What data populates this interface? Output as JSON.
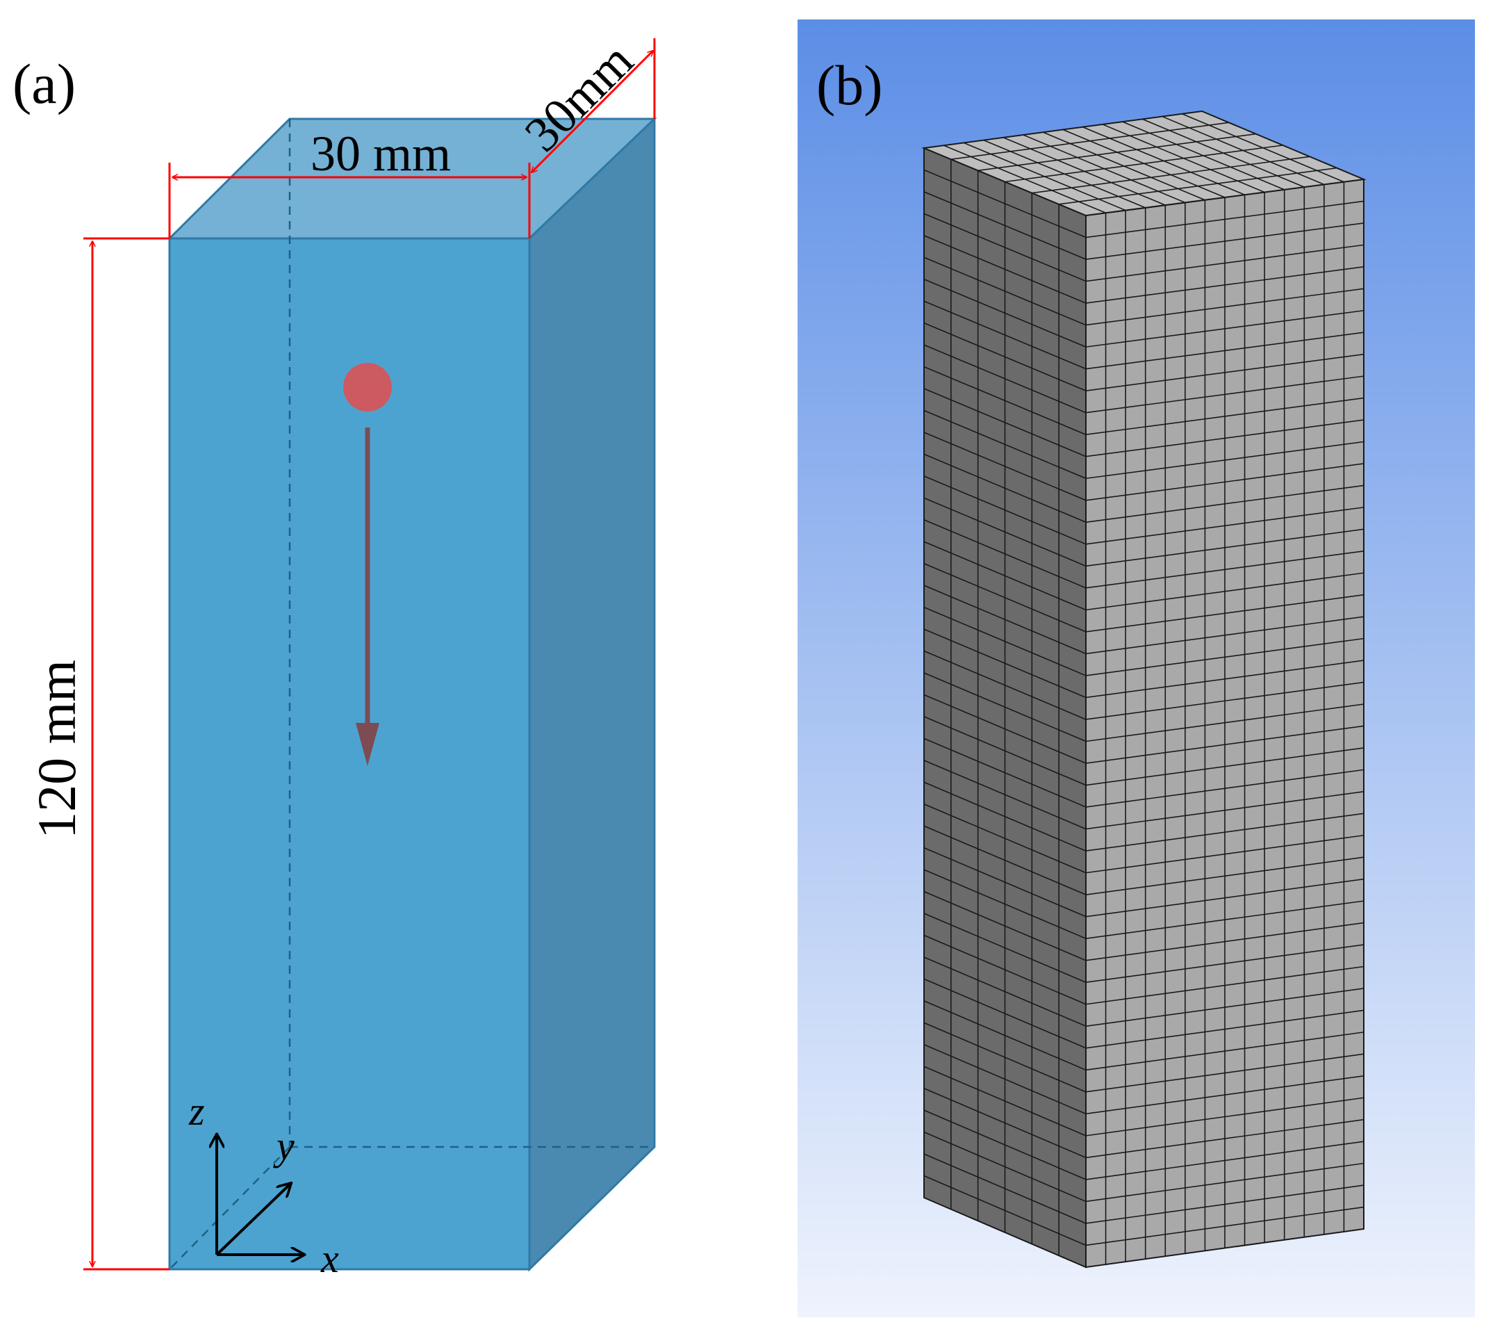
{
  "panel_a": {
    "label": "(a)",
    "dim_width": "30 mm",
    "dim_depth": "30mm",
    "dim_height": "120 mm",
    "axis_x": "x",
    "axis_y": "y",
    "axis_z": "z"
  },
  "panel_b": {
    "label": "(b)",
    "mesh_columns_front": 14,
    "mesh_columns_side": 6,
    "mesh_rows": 48
  },
  "colors": {
    "front_face": "#4da3d0",
    "side_face": "#4a8ab0",
    "top_face": "#74b1d4",
    "edge": "#2f79a6",
    "dimension": "#ff0000",
    "ball": "#cd5a60",
    "arrow": "#7d4b52",
    "mesh_front": "#a9a9a9",
    "mesh_side": "#6b6b6b",
    "mesh_top": "#bebebe",
    "mesh_line": "#1a1a1a",
    "bg_top": "#5c8ee6",
    "bg_bottom": "#eef3fd"
  }
}
